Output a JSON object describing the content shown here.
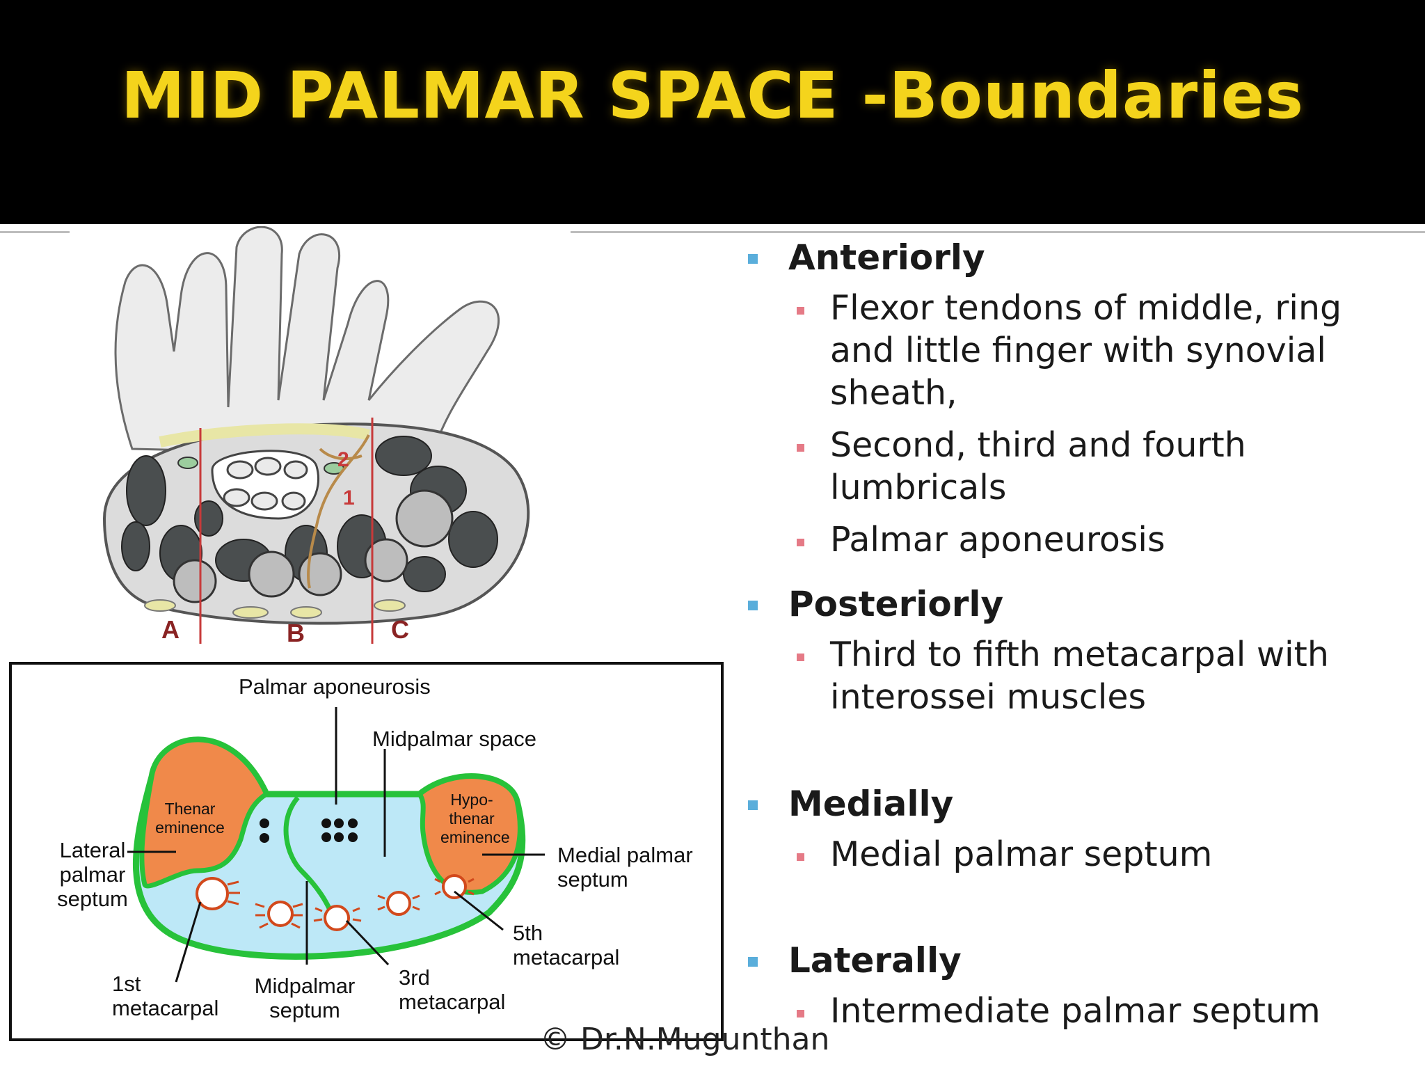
{
  "slide": {
    "title": "MID PALMAR SPACE -Boundaries",
    "credit": "© Dr.N.Mugunthan"
  },
  "boundaries": [
    {
      "heading": "Anteriorly",
      "items": [
        "Flexor tendons of middle, ring and little finger with synovial sheath,",
        "Second, third and fourth lumbricals",
        "Palmar aponeurosis"
      ]
    },
    {
      "heading": "Posteriorly",
      "items": [
        "Third  to fifth metacarpal with interossei muscles"
      ]
    },
    {
      "heading": "Medially",
      "items": [
        "Medial palmar septum"
      ]
    },
    {
      "heading": "Laterally",
      "items": [
        "Intermediate  palmar septum"
      ]
    }
  ],
  "hand_figure": {
    "section_labels": [
      "A",
      "B",
      "C"
    ],
    "septum_numbers": [
      "2",
      "1"
    ]
  },
  "diagram": {
    "labels": {
      "palmar_aponeurosis": "Palmar aponeurosis",
      "midpalmar_space": "Midpalmar space",
      "thenar": [
        "Thenar",
        "eminence"
      ],
      "hypothenar": [
        "Hypo-",
        "thenar",
        "eminence"
      ],
      "lateral_septum": [
        "Lateral",
        "palmar",
        "septum"
      ],
      "medial_septum": [
        "Medial palmar",
        "septum"
      ],
      "fifth_metacarpal": [
        "5th",
        "metacarpal"
      ],
      "first_metacarpal": [
        "1st",
        "metacarpal"
      ],
      "midpalmar_septum": [
        "Midpalmar",
        "septum"
      ],
      "third_metacarpal": [
        "3rd",
        "metacarpal"
      ]
    }
  },
  "colors": {
    "title": "#f4d41c",
    "heading_bullet": "#5aaedb",
    "sub_bullet": "#e57a86",
    "space_fill": "#bde8f7",
    "eminence_fill": "#f0894a",
    "fascia_outline": "#27c23a",
    "bone_outline": "#d2491c",
    "section_line": "#c73a3a"
  }
}
